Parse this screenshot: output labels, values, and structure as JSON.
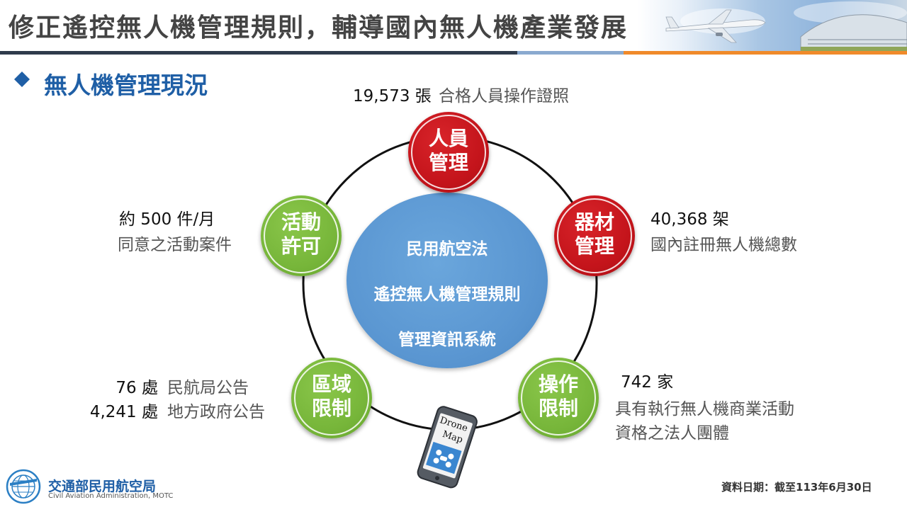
{
  "header": {
    "title": "修正遙控無人機管理規則，輔導國內無人機產業發展"
  },
  "section": {
    "title": "無人機管理現況"
  },
  "center": {
    "lines": [
      "民用航空法",
      "遙控無人機管理規則",
      "管理資訊系統"
    ]
  },
  "nodes": {
    "personnel": {
      "line1": "人員",
      "line2": "管理"
    },
    "equipment": {
      "line1": "器材",
      "line2": "管理"
    },
    "operation": {
      "line1": "操作",
      "line2": "限制"
    },
    "area": {
      "line1": "區域",
      "line2": "限制"
    },
    "activity": {
      "line1": "活動",
      "line2": "許可"
    }
  },
  "stats": {
    "personnel": {
      "value": "19,573 張",
      "desc": "合格人員操作證照"
    },
    "equipment": {
      "value": "40,368 架",
      "desc": "國內註冊無人機總數"
    },
    "operation": {
      "value": "742 家",
      "desc1": "具有執行無人機商業活動",
      "desc2": "資格之法人團體"
    },
    "area": [
      {
        "value": "76 處",
        "desc": "民航局公告"
      },
      {
        "value": "4,241 處",
        "desc": "地方政府公告"
      }
    ],
    "activity": {
      "value": "約 500 件/月",
      "desc": "同意之活動案件"
    }
  },
  "phone": {
    "line1": "Drone",
    "line2": "Map"
  },
  "footer": {
    "org_name": "交通部民用航空局",
    "org_en": "Civil Aviation Administration, MOTC",
    "date": "資料日期：截至113年6月30日"
  },
  "colors": {
    "title_blue": "#1f5fa6",
    "node_red": "#c4141b",
    "node_green": "#77b63a",
    "center_blue": "#5b97d2",
    "accent_orange": "#f08a2a"
  }
}
